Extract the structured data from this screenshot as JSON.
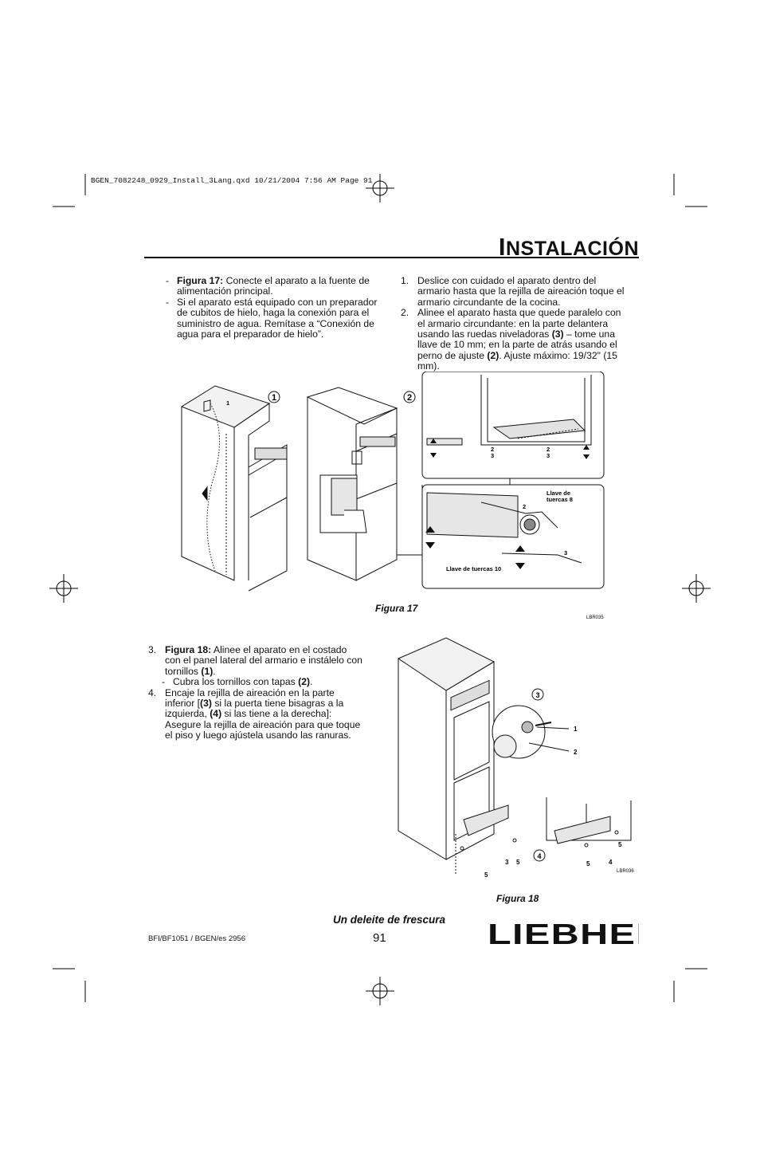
{
  "header": {
    "file_info": "BGEN_7082248_0929_Install_3Lang.qxd  10/21/2004  7:56 AM  Page 91"
  },
  "title": {
    "initial": "I",
    "rest": "NSTALACIÓN"
  },
  "left_col_top": [
    {
      "mark": "-",
      "bold": "Figura 17:",
      "text": " Conecte el aparato a la fuente de alimentación principal."
    },
    {
      "mark": "-",
      "bold": "",
      "text": "Si el aparato está equipado con un preparador de cubitos de hielo, haga la conexión para el suministro de agua. Remítase a “Conexión de agua para el preparador de hielo”."
    }
  ],
  "right_col_top": [
    {
      "mark": "1.",
      "text": "Deslice con cuidado el aparato dentro del armario hasta que la rejilla de aireación toque el armario circundante de la cocina."
    },
    {
      "mark": "2.",
      "text_a": "Alinee el aparato hasta que quede paralelo con el armario circundante: en la parte delantera usando las ruedas niveladoras ",
      "bold_a": "(3)",
      "text_b": " –  tome una llave de 10 mm; en la parte de atrás usando el perno de ajuste ",
      "bold_b": "(2)",
      "text_c": ". Ajuste máximo: 19/32\" (15 mm)."
    }
  ],
  "figure17": {
    "caption": "Figura 17",
    "code": "LBR035",
    "callout1": "1",
    "callout2": "2",
    "label_1": "1",
    "label_2": "2",
    "label_3": "3",
    "label_23a": "2",
    "label_23b": "3",
    "wrench8": "Llave de tuercas 8",
    "wrench10": "Llave de tuercas 10"
  },
  "lower_col": {
    "step3": {
      "mark": "3.",
      "bold": "Figura 18:",
      "text_a": " Alinee el aparato en el costado con el panel lateral del armario e instálelo con tornillos ",
      "bold_a": "(1)",
      "text_b": "."
    },
    "sub3": {
      "mark": "-",
      "text": "Cubra los tornillos con tapas ",
      "bold": "(2)",
      "text_b": "."
    },
    "step4": {
      "mark": "4.",
      "text_a": "Encaje la rejilla de aireación en la parte inferior [",
      "bold_a": "(3)",
      "text_b": " si la puerta tiene bisagras a la izquierda, ",
      "bold_b": "(4)",
      "text_c": " si las tiene a la derecha]: Asegure la rejilla de aireación para que toque el piso y luego ajústela usando las ranuras."
    }
  },
  "figure18": {
    "caption": "Figura 18",
    "code": "LBR036",
    "callout3": "3",
    "callout4": "4",
    "l1": "1",
    "l2": "2",
    "l3": "3",
    "l5": "5",
    "l4": "4"
  },
  "footer": {
    "tagline": "Un deleite de frescura",
    "page": "91",
    "doc_code": "BFI/BF1051 / BGEN/es 2956",
    "brand": "LIEBHERR"
  }
}
